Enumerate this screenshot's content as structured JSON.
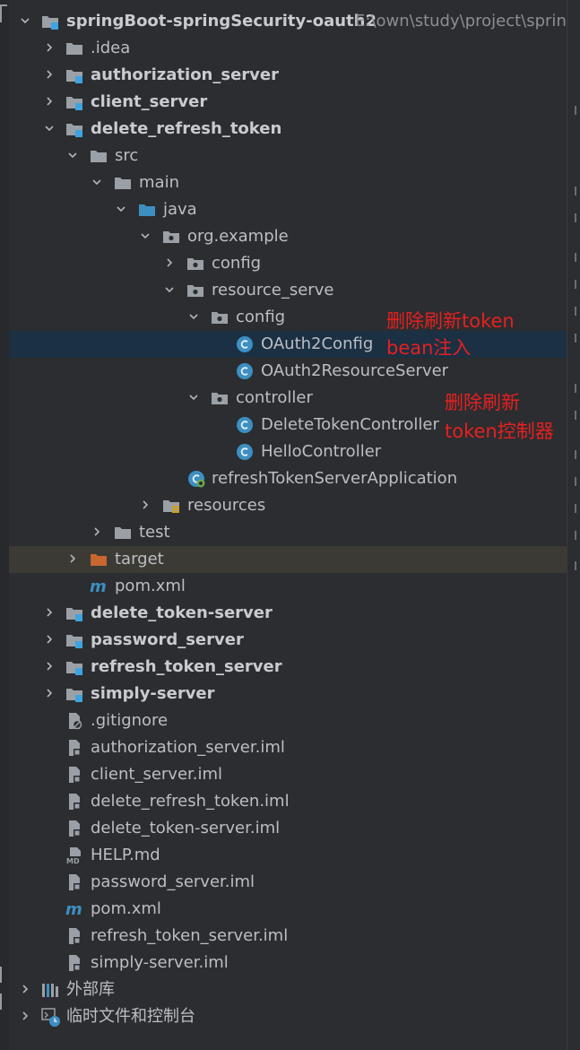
{
  "tree": {
    "root": {
      "label": "springBoot-springSecurity-oauth2",
      "path": "E:\\own\\study\\project\\spring"
    },
    "rows": [
      {
        "label": ".idea"
      },
      {
        "label": "authorization_server"
      },
      {
        "label": "client_server"
      },
      {
        "label": "delete_refresh_token"
      },
      {
        "label": "src"
      },
      {
        "label": "main"
      },
      {
        "label": "java"
      },
      {
        "label": "org.example"
      },
      {
        "label": "config"
      },
      {
        "label": "resource_serve"
      },
      {
        "label": "config"
      },
      {
        "label": "OAuth2Config"
      },
      {
        "label": "OAuth2ResourceServer"
      },
      {
        "label": "controller"
      },
      {
        "label": "DeleteTokenController"
      },
      {
        "label": "HelloController"
      },
      {
        "label": "refreshTokenServerApplication"
      },
      {
        "label": "resources"
      },
      {
        "label": "test"
      },
      {
        "label": "target"
      },
      {
        "label": "pom.xml"
      },
      {
        "label": "delete_token-server"
      },
      {
        "label": "password_server"
      },
      {
        "label": "refresh_token_server"
      },
      {
        "label": "simply-server"
      },
      {
        "label": ".gitignore"
      },
      {
        "label": "authorization_server.iml"
      },
      {
        "label": "client_server.iml"
      },
      {
        "label": "delete_refresh_token.iml"
      },
      {
        "label": "delete_token-server.iml"
      },
      {
        "label": "HELP.md"
      },
      {
        "label": "password_server.iml"
      },
      {
        "label": "pom.xml"
      },
      {
        "label": "refresh_token_server.iml"
      },
      {
        "label": "simply-server.iml"
      },
      {
        "label": "外部库"
      },
      {
        "label": "临时文件和控制台"
      }
    ]
  },
  "annotations": {
    "config_line1": "删除刷新token",
    "config_line2": "bean注入",
    "controller_line1": "删除刷新",
    "controller_line2": "token控制器"
  },
  "colors": {
    "background": "#2b2d30",
    "selected_row": "#1b3042",
    "excluded_row": "#3c3a34",
    "annotation_red": "#e62020",
    "class_icon": "#3d8fc2",
    "module_badge": "#3ea4e0",
    "excluded_folder": "#c8662f"
  }
}
